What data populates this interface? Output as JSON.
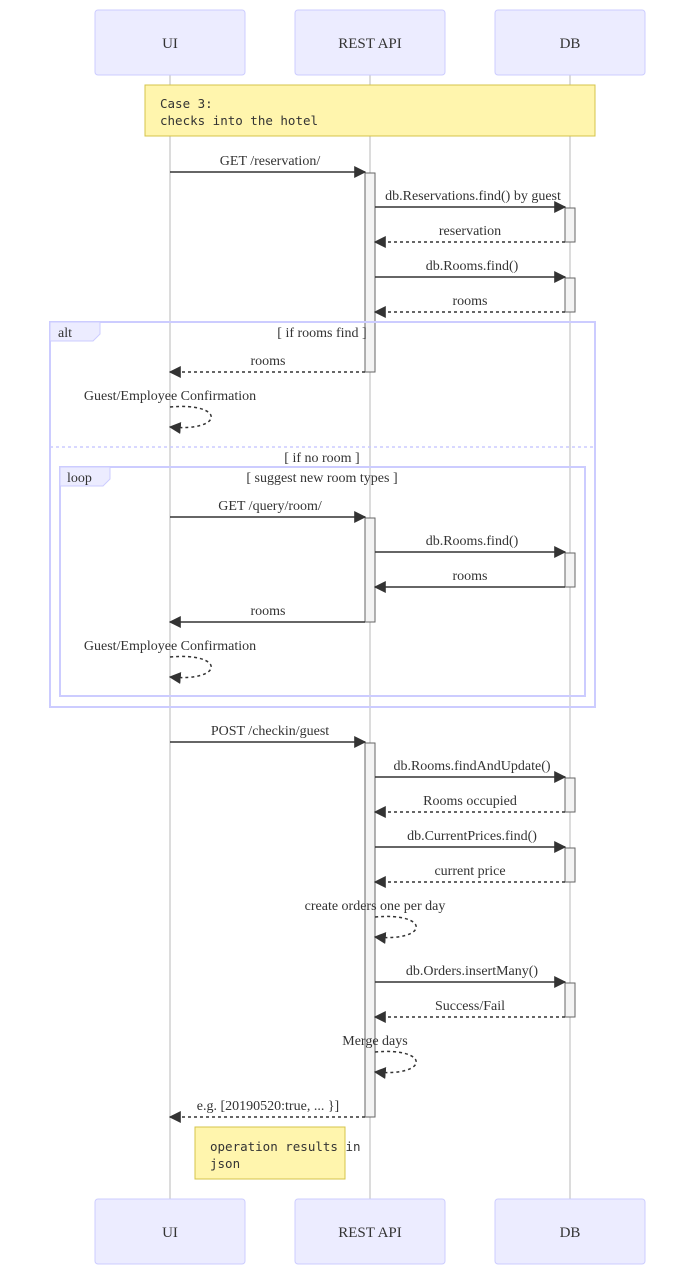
{
  "participants": {
    "ui": "UI",
    "api": "REST API",
    "db": "DB"
  },
  "notes": {
    "case_line1": "Case 3:",
    "case_line2": "checks into the hotel",
    "result_line1": "operation results in",
    "result_line2": "json"
  },
  "frames": {
    "alt_tag": "alt",
    "alt_cond1": "[ if rooms find ]",
    "alt_cond2": "[ if no room ]",
    "loop_tag": "loop",
    "loop_cond": "[ suggest new room types ]"
  },
  "messages": {
    "m1": "GET /reservation/",
    "m2": "db.Reservations.find() by guest",
    "m3": "reservation",
    "m4": "db.Rooms.find()",
    "m5": "rooms",
    "m6": "rooms",
    "m7": "Guest/Employee Confirmation",
    "m8": "GET /query/room/",
    "m9": "db.Rooms.find()",
    "m10": "rooms",
    "m11": "rooms",
    "m12": "Guest/Employee Confirmation",
    "m13": "POST /checkin/guest",
    "m14": "db.Rooms.findAndUpdate()",
    "m15": "Rooms occupied",
    "m16": "db.CurrentPrices.find()",
    "m17": "current price",
    "m18": "create orders one per day",
    "m19": "db.Orders.insertMany()",
    "m20": "Success/Fail",
    "m21": "Merge days",
    "m22": "e.g. [20190520:true, ... }]"
  }
}
